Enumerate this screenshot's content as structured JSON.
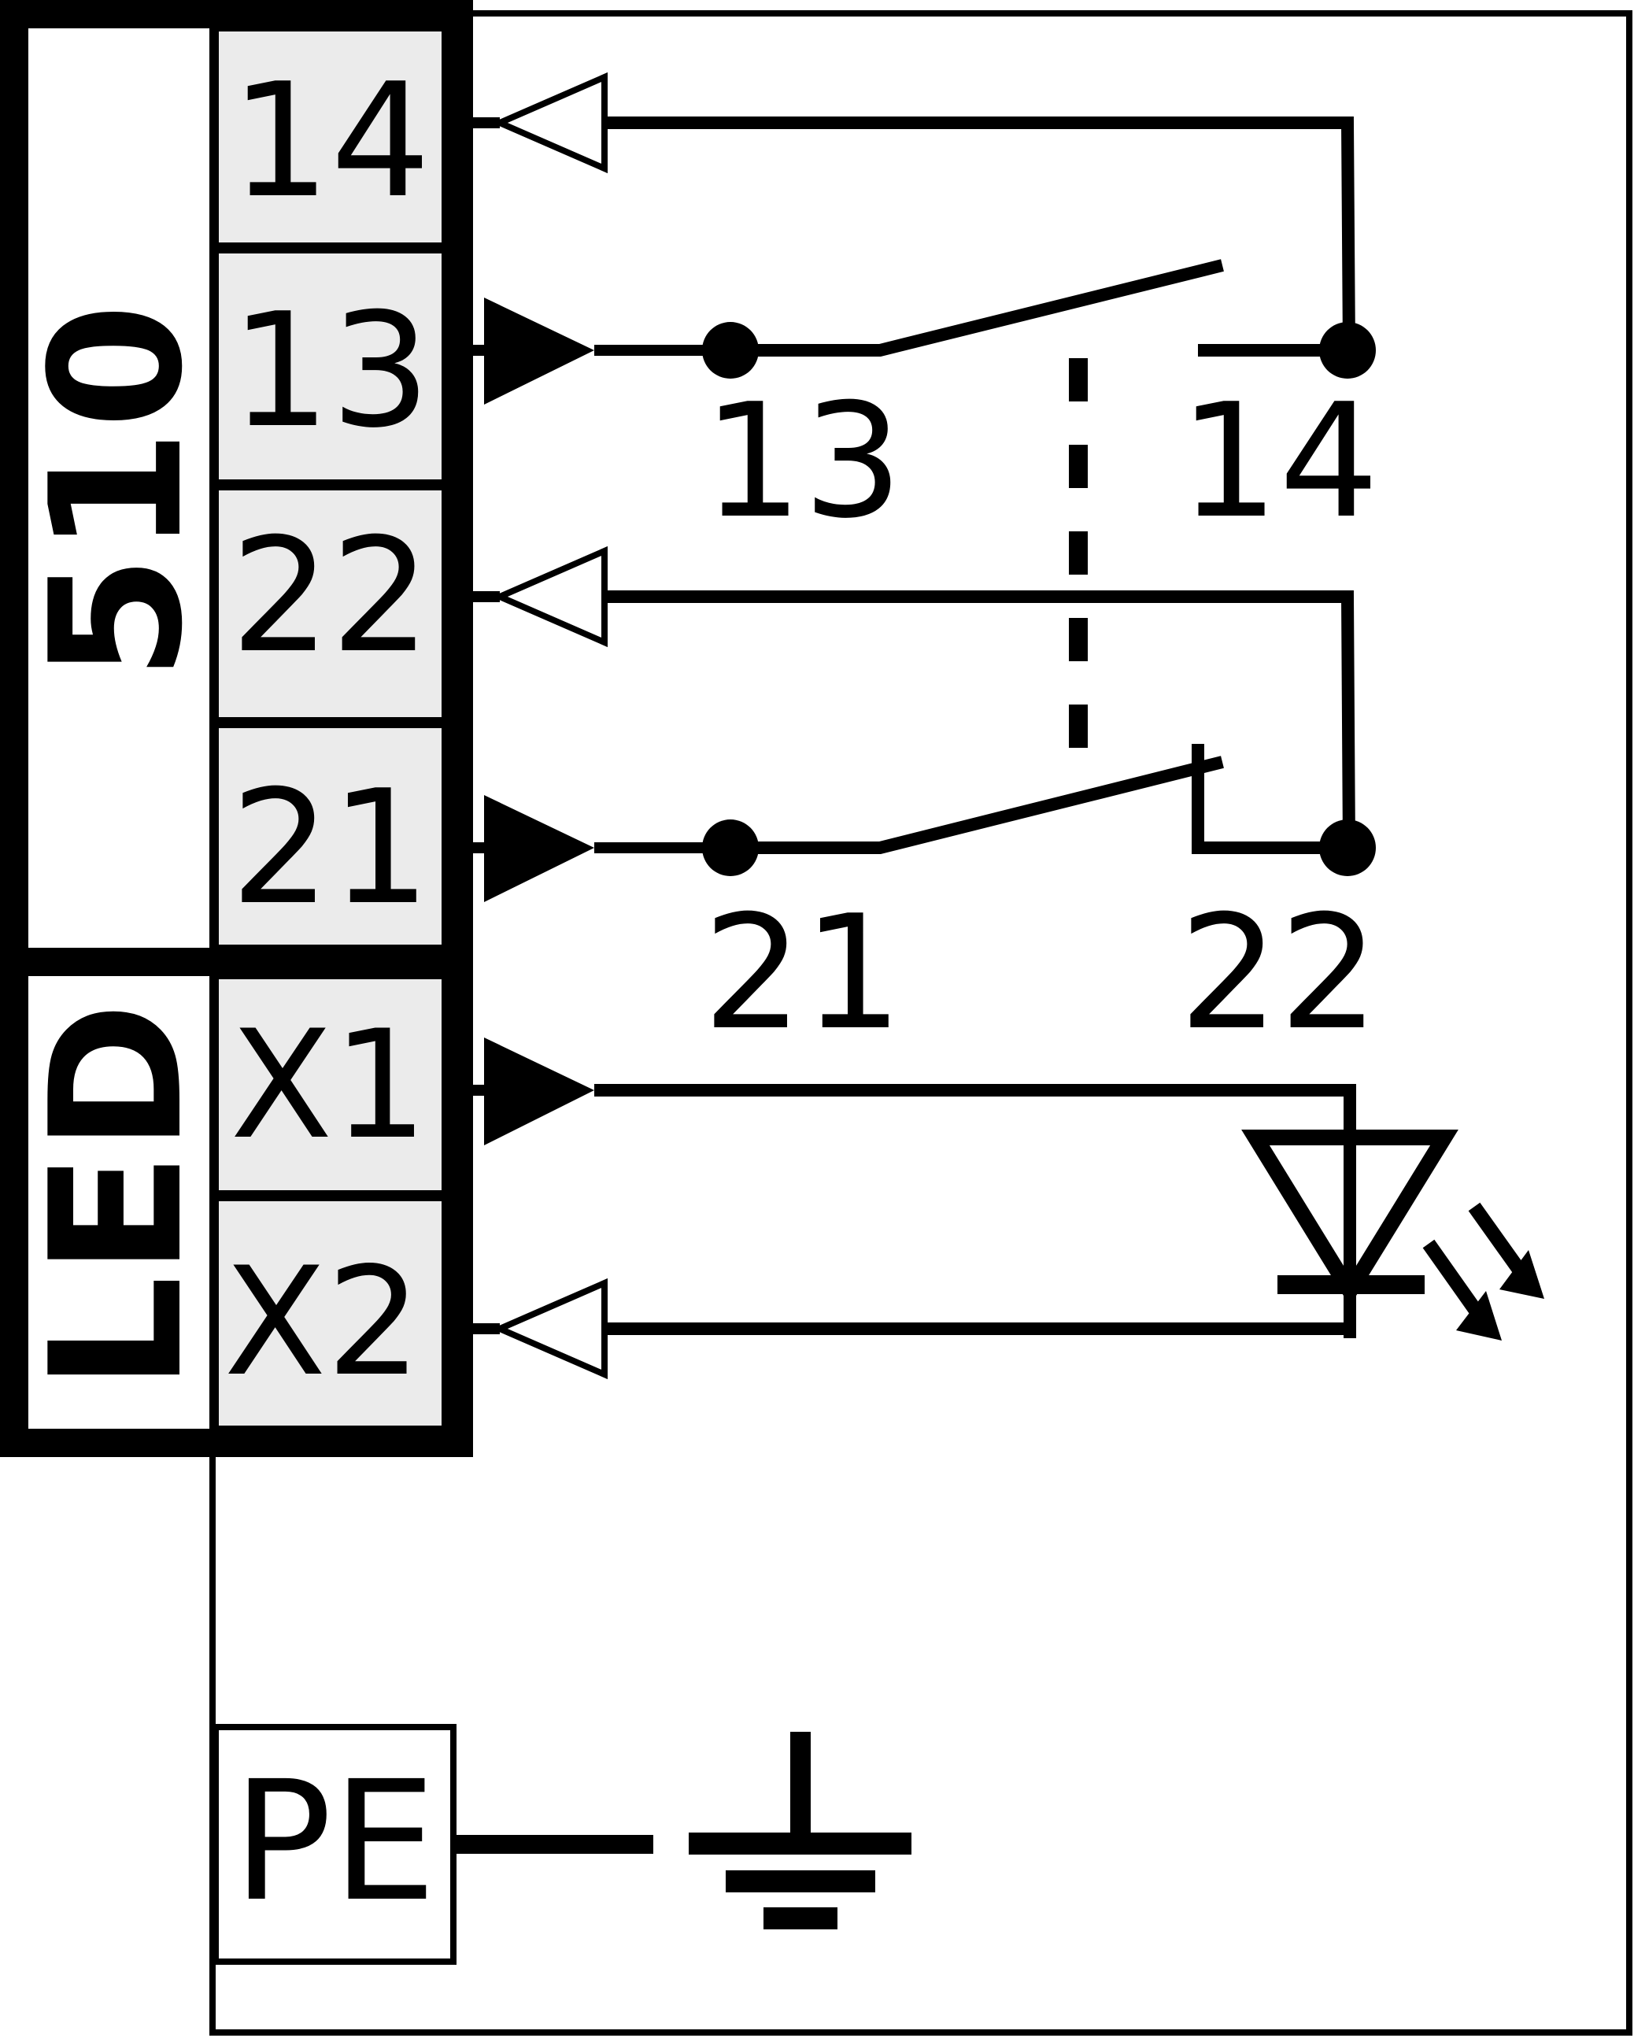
{
  "module": {
    "label": "510",
    "led_label": "LED"
  },
  "terminals": [
    {
      "id": "14"
    },
    {
      "id": "13"
    },
    {
      "id": "22"
    },
    {
      "id": "21"
    },
    {
      "id": "X1"
    },
    {
      "id": "X2"
    }
  ],
  "contacts": {
    "no": {
      "from": "13",
      "to": "14"
    },
    "nc": {
      "from": "21",
      "to": "22"
    }
  },
  "ground": {
    "label": "PE"
  },
  "colors": {
    "ink": "#000000",
    "terminal_fill": "#ebebeb",
    "background": "#ffffff"
  }
}
